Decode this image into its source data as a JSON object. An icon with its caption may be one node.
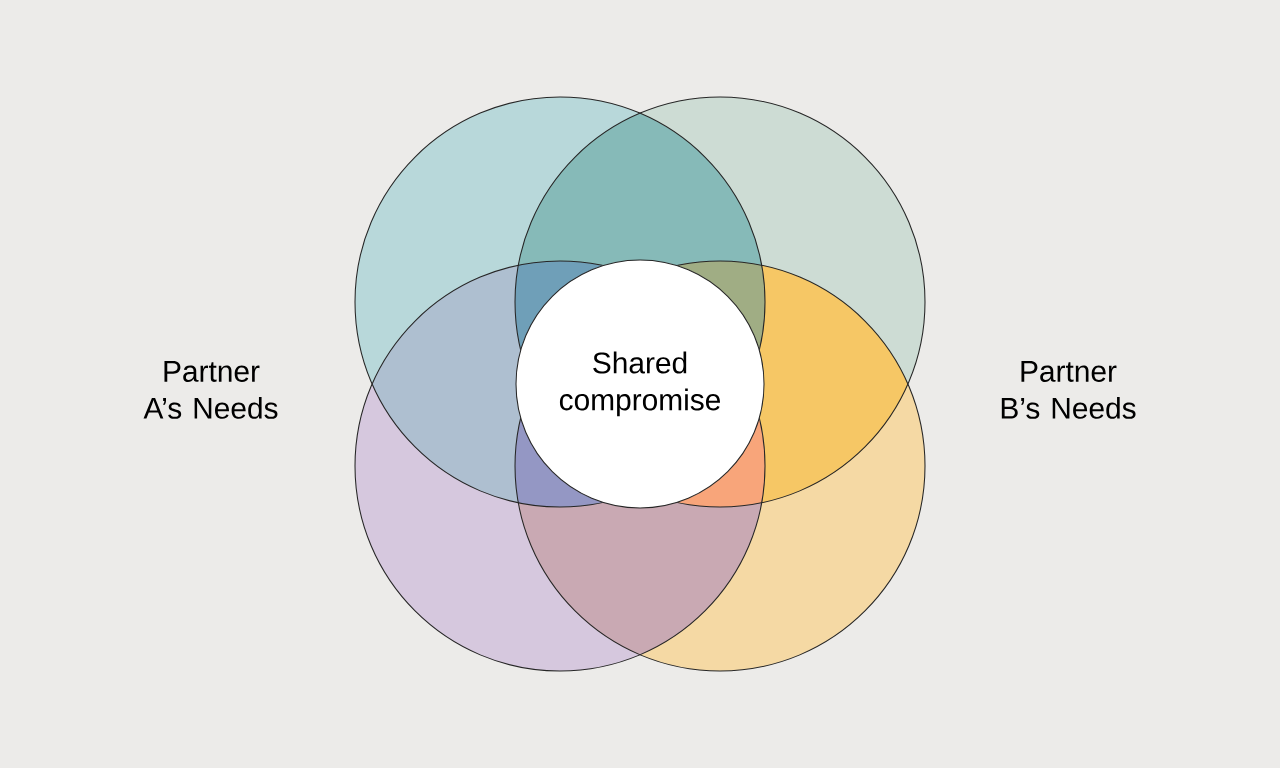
{
  "diagram": {
    "nodes": [
      {
        "text": [],
        "shape": "circle"
      },
      {
        "text": [],
        "shape": "circle"
      },
      {
        "text": [],
        "shape": "circle"
      },
      {
        "text": [],
        "shape": "circle"
      },
      {
        "text": [
          "Shared compromise"
        ]
      }
    ],
    "labels": [
      "Partner A’s Needs",
      "Partner B’s Needs"
    ]
  }
}
